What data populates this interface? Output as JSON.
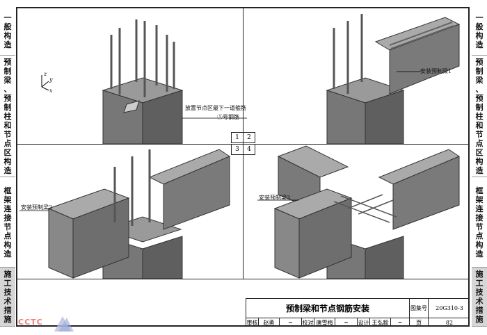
{
  "side_tabs": [
    {
      "label": "一般构造",
      "active": false
    },
    {
      "label": "预制梁、预制柱和节点区构造",
      "active": false
    },
    {
      "label": "框架连接节点构造",
      "active": false
    },
    {
      "label": "施工技术措施",
      "active": true
    }
  ],
  "annotations": {
    "step1_note_line1": "放置节点区最下一道箍筋",
    "step1_note_line2": "①号钢筋",
    "step2_label": "安装预制梁1",
    "step3_label": "安装预制梁2",
    "step4_label": "安装预制梁3",
    "axis_z": "z",
    "axis_y": "y",
    "axis_x": "x"
  },
  "step_grid": [
    "1",
    "2",
    "3",
    "4"
  ],
  "title_block": {
    "title": "预制梁和节点钢筋安装",
    "atlas_label": "图集号",
    "atlas_no": "20G310-3",
    "review_label": "审核",
    "reviewer": "赵勇",
    "check_label": "校对",
    "checker": "唐雪梅",
    "design_label": "设计",
    "designer": "王弘毅",
    "page_label": "页",
    "page": "82"
  },
  "logo": "CCTC"
}
